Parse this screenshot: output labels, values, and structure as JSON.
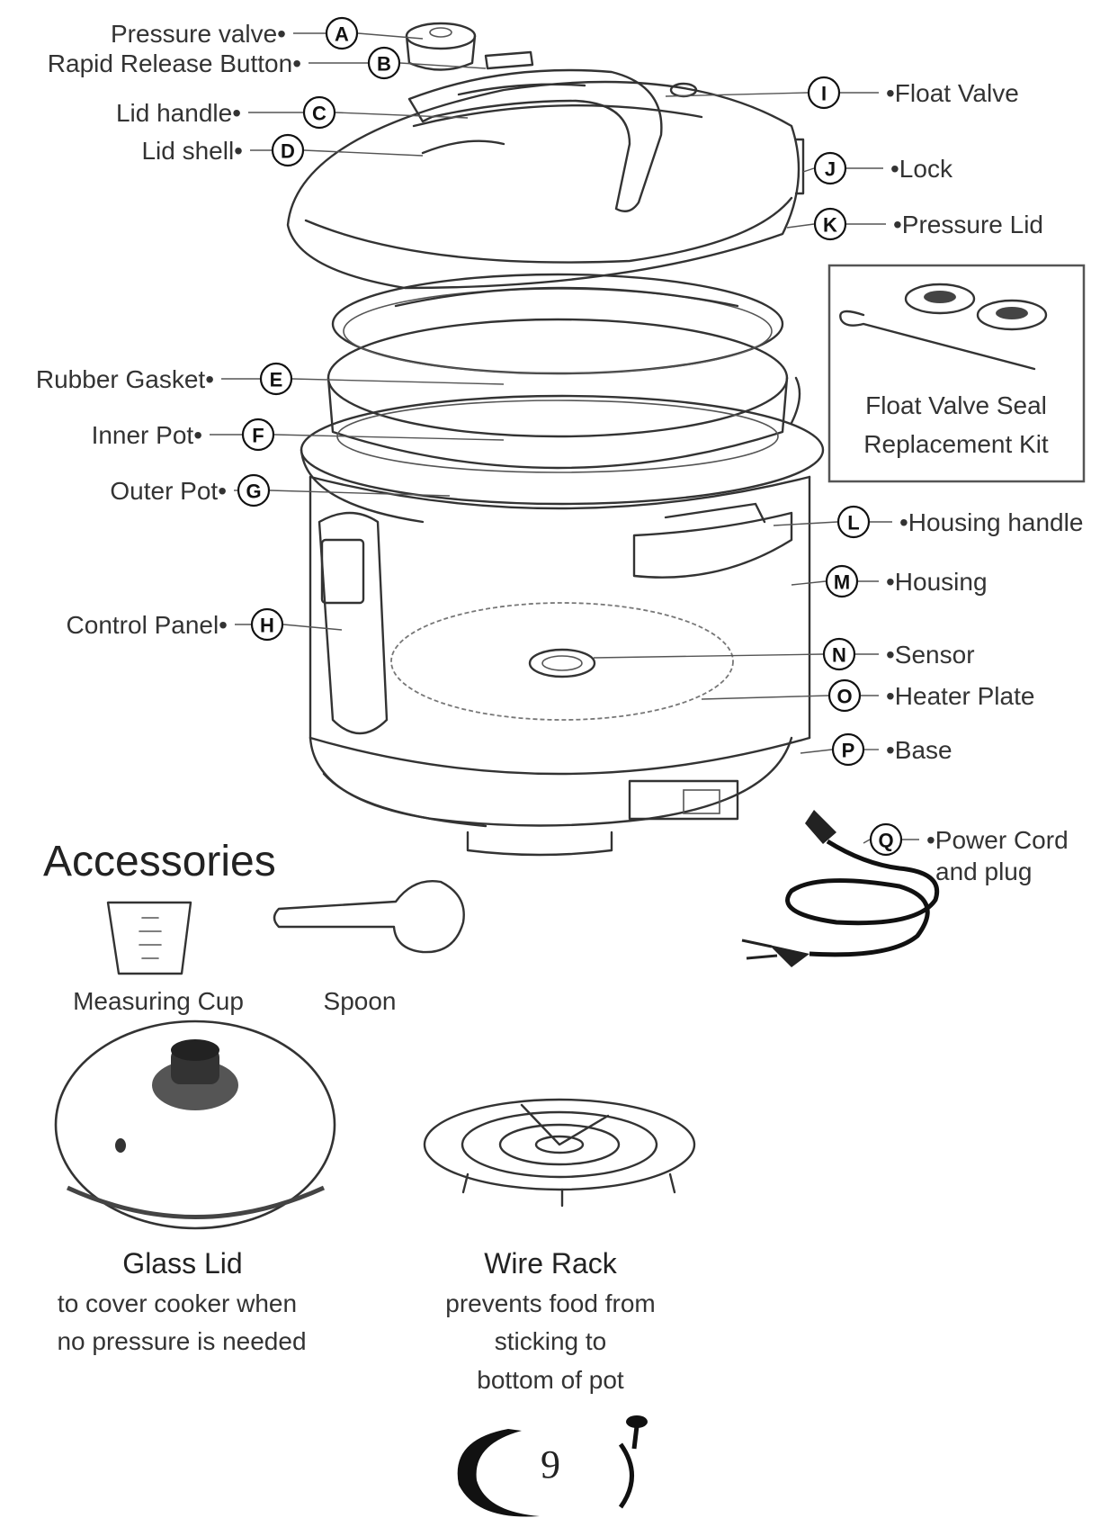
{
  "parts": [
    {
      "letter": "A",
      "label": "Pressure valve"
    },
    {
      "letter": "B",
      "label": "Rapid Release Button"
    },
    {
      "letter": "C",
      "label": "Lid handle"
    },
    {
      "letter": "D",
      "label": "Lid shell"
    },
    {
      "letter": "E",
      "label": "Rubber Gasket"
    },
    {
      "letter": "F",
      "label": "Inner Pot"
    },
    {
      "letter": "G",
      "label": "Outer Pot"
    },
    {
      "letter": "H",
      "label": "Control Panel"
    },
    {
      "letter": "I",
      "label": "Float Valve"
    },
    {
      "letter": "J",
      "label": "Lock"
    },
    {
      "letter": "K",
      "label": "Pressure Lid"
    },
    {
      "letter": "L",
      "label": "Housing handle"
    },
    {
      "letter": "M",
      "label": "Housing"
    },
    {
      "letter": "N",
      "label": "Sensor"
    },
    {
      "letter": "O",
      "label": "Heater Plate"
    },
    {
      "letter": "P",
      "label": "Base"
    },
    {
      "letter": "Q",
      "label": "Power Cord",
      "label2": "and plug"
    }
  ],
  "kit": {
    "line1": "Float Valve Seal",
    "line2": "Replacement Kit"
  },
  "accessories": {
    "title": "Accessories",
    "measuring_cup": "Measuring Cup",
    "spoon": "Spoon",
    "glass_lid": {
      "name": "Glass Lid",
      "desc": [
        "to cover cooker when",
        "no pressure is needed"
      ]
    },
    "wire_rack": {
      "name": "Wire Rack",
      "desc": [
        "prevents food from",
        "sticking to",
        "bottom of pot"
      ]
    }
  },
  "page_number": "9"
}
